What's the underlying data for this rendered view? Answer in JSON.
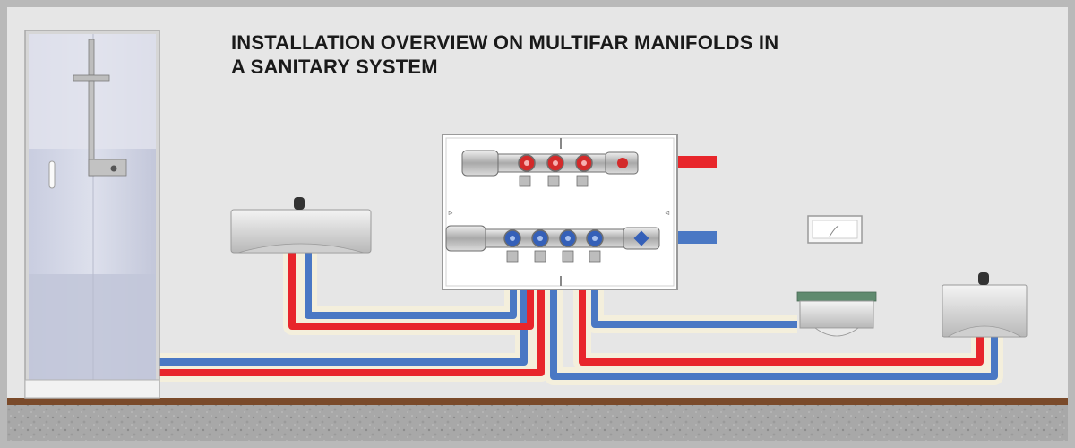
{
  "diagram": {
    "title_line1": "INSTALLATION OVERVIEW ON MULTIFAR MANIFOLDS IN",
    "title_line2": "A SANITARY SYSTEM"
  },
  "colors": {
    "background_border": "#b9b9b9",
    "wall": "#e6e6e6",
    "hot_pipe": "#e8262b",
    "cold_pipe": "#4a78c4",
    "insulation": "#f4efdc",
    "floor_brown": "#7a4a2a",
    "floor_screed": "#a6a6a6",
    "manifold_brass": "#c8c8c8",
    "hot_valve_handle": "#d32a2a",
    "cold_valve_handle": "#3560b8"
  },
  "components": {
    "shower_cabin": "shower-cabin",
    "washbasin_left": "washbasin",
    "manifold_cabinet": "manifold-cabinet",
    "flush_plate": "toilet-flush-plate",
    "wc_pan": "wall-hung-wc",
    "washbasin_right": "small-washbasin"
  }
}
